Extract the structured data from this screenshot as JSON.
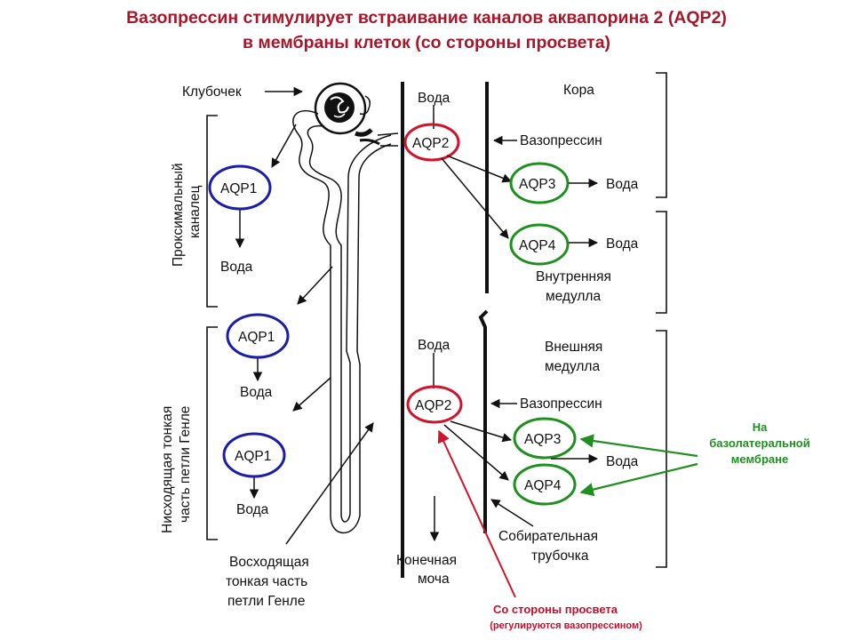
{
  "title": {
    "line1": "Вазопрессин стимулирует встраивание каналов аквапорина 2 (AQP2)",
    "line2": "в мембраны  клеток  (со стороны просвета)"
  },
  "left": {
    "glomerulus": "Клубочек",
    "proximal_line1": "Проксимальный",
    "proximal_line2": "каналец",
    "aqp1_a": "AQP1",
    "water_a": "Вода",
    "aqp1_b": "AQP1",
    "water_b": "Вода",
    "aqp1_c": "AQP1",
    "water_c": "Вода",
    "descending_line1": "Нисходящая тонкая",
    "descending_line2": "часть петли Генле",
    "ascending_line1": "Восходящая",
    "ascending_line2": "тонкая часть",
    "ascending_line3": "петли Генле"
  },
  "middle": {
    "water_top": "Вода",
    "aqp2_top": "AQP2",
    "water_bottom": "Вода",
    "aqp2_bottom": "AQP2",
    "final_urine_line1": "Конечная",
    "final_urine_line2": "моча"
  },
  "right": {
    "cortex": "Кора",
    "vasopressin_top": "Вазопрессин",
    "aqp3_top": "AQP3",
    "water_aqp3_top": "Вода",
    "aqp4_top": "AQP4",
    "water_aqp4_top": "Вода",
    "inner_medulla_line1": "Внутренняя",
    "inner_medulla_line2": "медулла",
    "outer_medulla_line1": "Внешняя",
    "outer_medulla_line2": "медулла",
    "vasopressin_bottom": "Вазопрессин",
    "aqp3_bottom": "AQP3",
    "water_aqp3_bottom": "Вода",
    "aqp4_bottom": "AQP4",
    "collecting_duct_line1": "Собирательная",
    "collecting_duct_line2": "трубочка"
  },
  "annotations": {
    "basolateral_line1": "На",
    "basolateral_line2": "базолатеральной",
    "basolateral_line3": "мембране",
    "luminal_line1": "Со стороны просвета",
    "luminal_line2": "(регулируются вазопрессином)"
  },
  "colors": {
    "title": "#a8162a",
    "aqp1_ring": "#1b1fa8",
    "aqp2_ring": "#d0142a",
    "aqp34_ring": "#1f8f1f",
    "annotation_green": "#1f8f1f",
    "annotation_red": "#c4102a"
  }
}
